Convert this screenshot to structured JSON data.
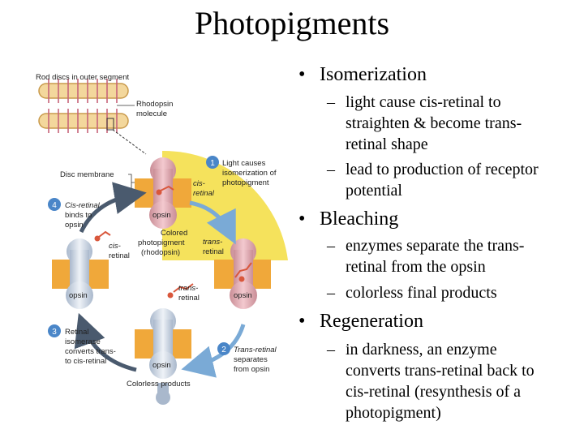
{
  "slide": {
    "title": "Photopigments",
    "bullets": [
      {
        "text": "Isomerization",
        "subs": [
          "light cause cis-retinal to\nstraighten & become trans-\nretinal shape",
          "lead to production of receptor\npotential"
        ]
      },
      {
        "text": "Bleaching",
        "subs": [
          "enzymes separate the trans-\nretinal from the opsin",
          "colorless final products"
        ]
      },
      {
        "text": "Regeneration",
        "subs": [
          "in darkness, an enzyme\nconverts trans-retinal back to\ncis-retinal (resynthesis of a\nphotopigment)"
        ]
      }
    ],
    "bullet_glyph": "•",
    "sub_glyph": "–"
  },
  "diagram": {
    "rod_discs_label": "Rod discs in outer segment",
    "rhodopsin_label": [
      "Rhodopsin",
      "molecule"
    ],
    "disc_membrane_label": "Disc membrane",
    "steps": [
      {
        "num": "1",
        "lines": [
          "Light causes",
          "isomerization of",
          "photopigment"
        ]
      },
      {
        "num": "2",
        "lines": [
          "Trans-retinal",
          "separates",
          "from opsin"
        ]
      },
      {
        "num": "3",
        "lines": [
          "Retinal",
          "isomerase",
          "converts trans-",
          "to cis-retinal"
        ]
      },
      {
        "num": "4",
        "lines": [
          "Cis-retinal",
          "binds to",
          "opsin"
        ]
      }
    ],
    "cis_retinal_label": [
      "cis-",
      "retinal"
    ],
    "trans_retinal_label": [
      "trans-",
      "retinal"
    ],
    "colored_photopigment_label": [
      "Colored",
      "photopigment",
      "(rhodopsin)"
    ],
    "opsin_label": "opsin",
    "colorless_products_label": "Colorless products",
    "colors": {
      "light_wedge": "#f5e25c",
      "membrane": "#f0a83a",
      "step_circle": "#4a86c8",
      "arrow_blue": "#7aaad6",
      "arrow_dark": "#4a5a6e",
      "colored_opsin": "#e4aab2",
      "colorless_opsin": "#c9d4e2",
      "retinal": "#d9573c"
    }
  }
}
